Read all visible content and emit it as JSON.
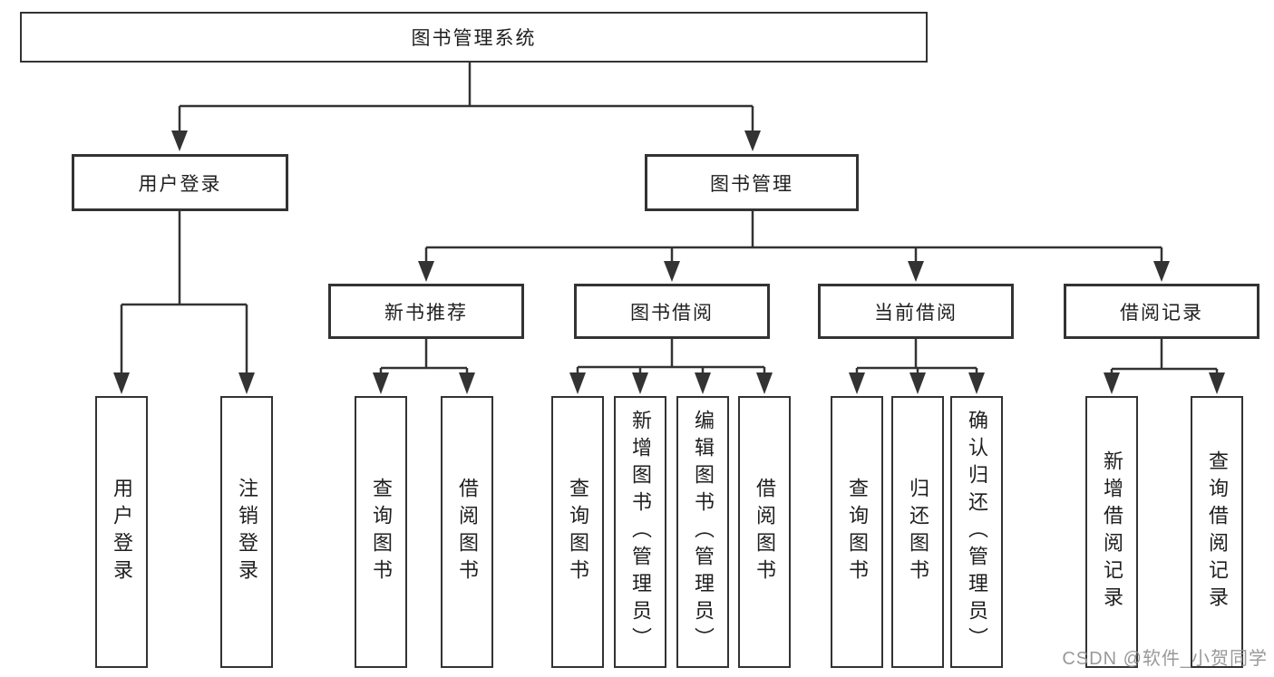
{
  "diagram": {
    "type": "tree",
    "colors": {
      "line": "#333333",
      "box_border": "#333333",
      "box_fill": "#ffffff",
      "text": "#1f1f1f",
      "watermark": "#949494",
      "background": "#ffffff"
    },
    "nodes": {
      "root": {
        "label": "图书管理系统"
      },
      "level2": [
        {
          "label": "用户登录"
        },
        {
          "label": "图书管理"
        }
      ],
      "level3": [
        {
          "label": "新书推荐"
        },
        {
          "label": "图书借阅"
        },
        {
          "label": "当前借阅"
        },
        {
          "label": "借阅记录"
        }
      ],
      "leaves": {
        "user_login": [
          {
            "label": "用户登录"
          },
          {
            "label": "注销登录"
          }
        ],
        "new_book_recommend": [
          {
            "label": "查询图书"
          },
          {
            "label": "借阅图书"
          }
        ],
        "book_borrow": [
          {
            "label": "查询图书"
          },
          {
            "label": "新增图书（管理员）"
          },
          {
            "label": "编辑图书（管理员）"
          },
          {
            "label": "借阅图书"
          }
        ],
        "current_borrow": [
          {
            "label": "查询图书"
          },
          {
            "label": "归还图书"
          },
          {
            "label": "确认归还（管理员）"
          }
        ],
        "borrow_records": [
          {
            "label": "新增借阅记录"
          },
          {
            "label": "查询借阅记录"
          }
        ]
      }
    },
    "watermark": "CSDN @软件_小贺同学"
  }
}
